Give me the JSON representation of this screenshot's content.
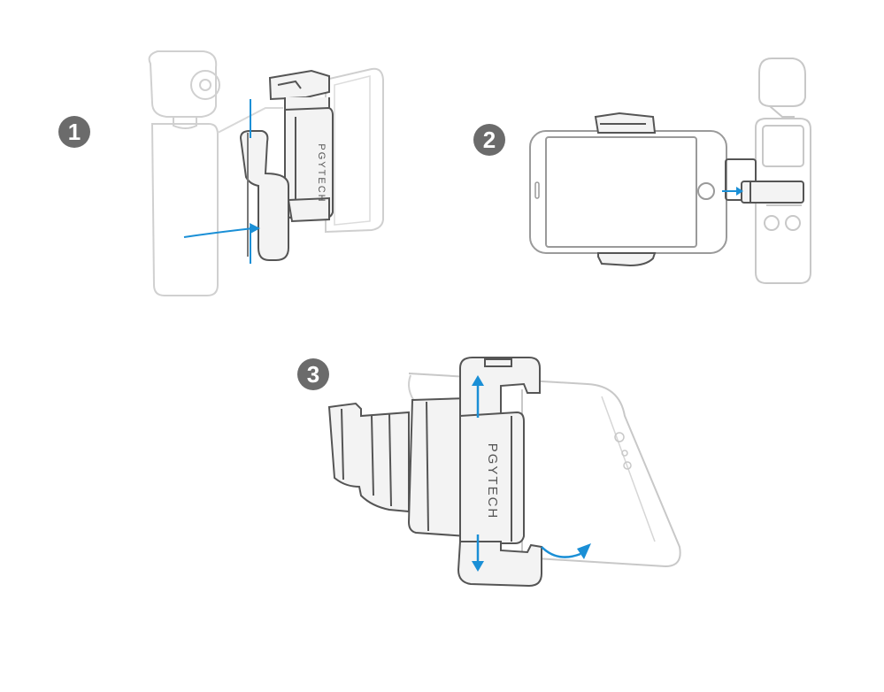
{
  "steps": [
    {
      "number": "1"
    },
    {
      "number": "2"
    },
    {
      "number": "3"
    }
  ],
  "brand_text": "PGYTECH",
  "colors": {
    "outline": "#a0a0a0",
    "faint_outline": "#cfcfcf",
    "clip_stroke": "#555555",
    "clip_fill": "#f3f3f3",
    "accent_arrow": "#1a8fd6",
    "badge": "#6b6b6b"
  }
}
